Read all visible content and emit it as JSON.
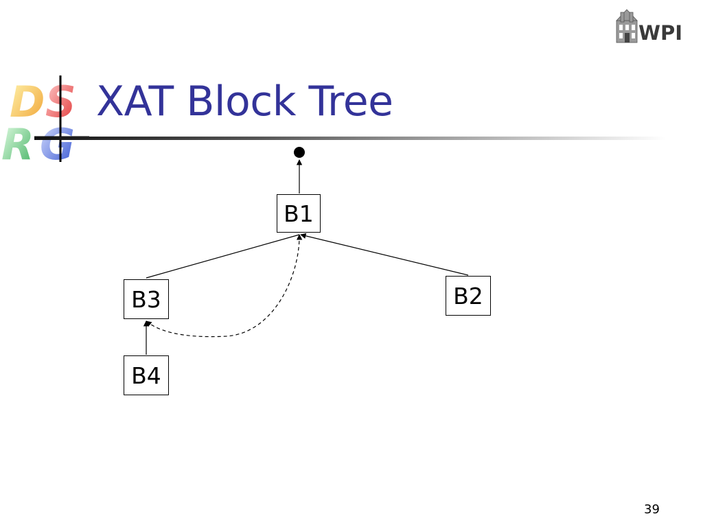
{
  "slide": {
    "title": "XAT Block Tree",
    "page_number": "39"
  },
  "logos": {
    "left_logo_name": "dsrg-logo",
    "right_logo_text": "WPI"
  },
  "tree": {
    "nodes": [
      {
        "id": "B1",
        "label": "B1"
      },
      {
        "id": "B2",
        "label": "B2"
      },
      {
        "id": "B3",
        "label": "B3"
      },
      {
        "id": "B4",
        "label": "B4"
      }
    ],
    "edges": [
      {
        "from": "B1",
        "to": "root",
        "style": "solid",
        "arrow": true
      },
      {
        "from": "B3",
        "to": "B1",
        "style": "solid",
        "arrow": false
      },
      {
        "from": "B2",
        "to": "B1",
        "style": "solid",
        "arrow": true
      },
      {
        "from": "B4",
        "to": "B3",
        "style": "solid",
        "arrow": true
      },
      {
        "from": "B3",
        "to": "B1",
        "style": "dashed",
        "arrow": true
      }
    ]
  },
  "colors": {
    "title": "#333399",
    "logo_red": "#e03030",
    "logo_orange": "#f0a030",
    "logo_blue": "#3050d0",
    "logo_green": "#40b060"
  }
}
